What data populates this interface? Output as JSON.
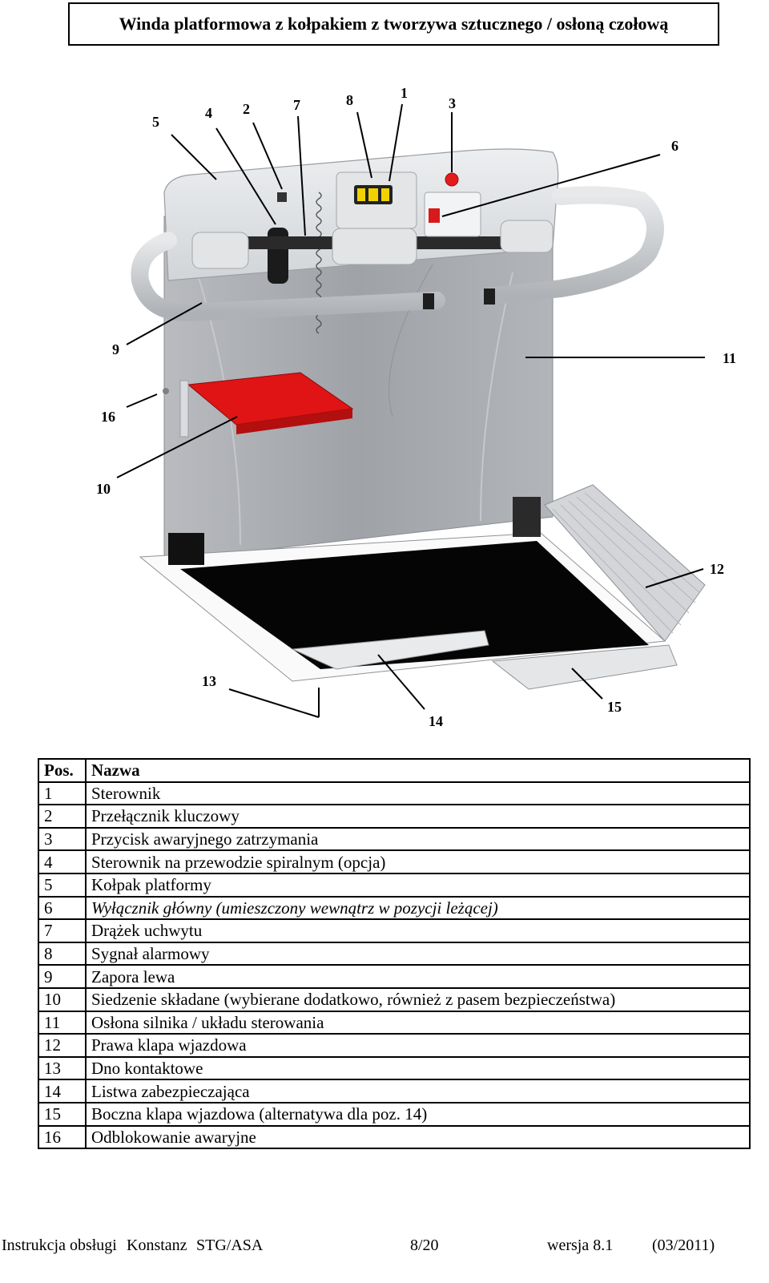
{
  "title": "Winda platformowa z kołpakiem z tworzywa sztucznego / osłoną czołową",
  "callouts": [
    "5",
    "4",
    "2",
    "7",
    "8",
    "1",
    "3",
    "6",
    "9",
    "11",
    "16",
    "10",
    "12",
    "13",
    "14",
    "15"
  ],
  "table": {
    "header": {
      "pos": "Pos.",
      "name": "Nazwa"
    },
    "rows": [
      {
        "pos": "1",
        "name": "Sterownik"
      },
      {
        "pos": "2",
        "name": "Przełącznik kluczowy"
      },
      {
        "pos": "3",
        "name": "Przycisk awaryjnego zatrzymania"
      },
      {
        "pos": "4",
        "name": "Sterownik na przewodzie spiralnym (opcja)"
      },
      {
        "pos": "5",
        "name": "Kołpak platformy"
      },
      {
        "pos": "6",
        "name": "Wyłącznik główny (umieszczony wewnątrz w pozycji leżącej)"
      },
      {
        "pos": "7",
        "name": "Drążek uchwytu"
      },
      {
        "pos": "8",
        "name": "Sygnał alarmowy"
      },
      {
        "pos": "9",
        "name": "Zapora lewa"
      },
      {
        "pos": "10",
        "name": "Siedzenie składane (wybierane dodatkowo, również z pasem bezpieczeństwa)"
      },
      {
        "pos": "11",
        "name": "Osłona silnika / układu sterowania"
      },
      {
        "pos": "12",
        "name": "Prawa klapa wjazdowa"
      },
      {
        "pos": "13",
        "name": "Dno kontaktowe"
      },
      {
        "pos": "14",
        "name": "Listwa zabezpieczająca"
      },
      {
        "pos": "15",
        "name": "Boczna klapa wjazdowa (alternatywa dla poz. 14)"
      },
      {
        "pos": "16",
        "name": "Odblokowanie awaryjne"
      }
    ]
  },
  "footer": {
    "manual": "Instrukcja obsługi",
    "model": "Konstanz",
    "variant": "STG/ASA",
    "page": "8/20",
    "version": "wersja 8.1",
    "date": "(03/2011)"
  }
}
